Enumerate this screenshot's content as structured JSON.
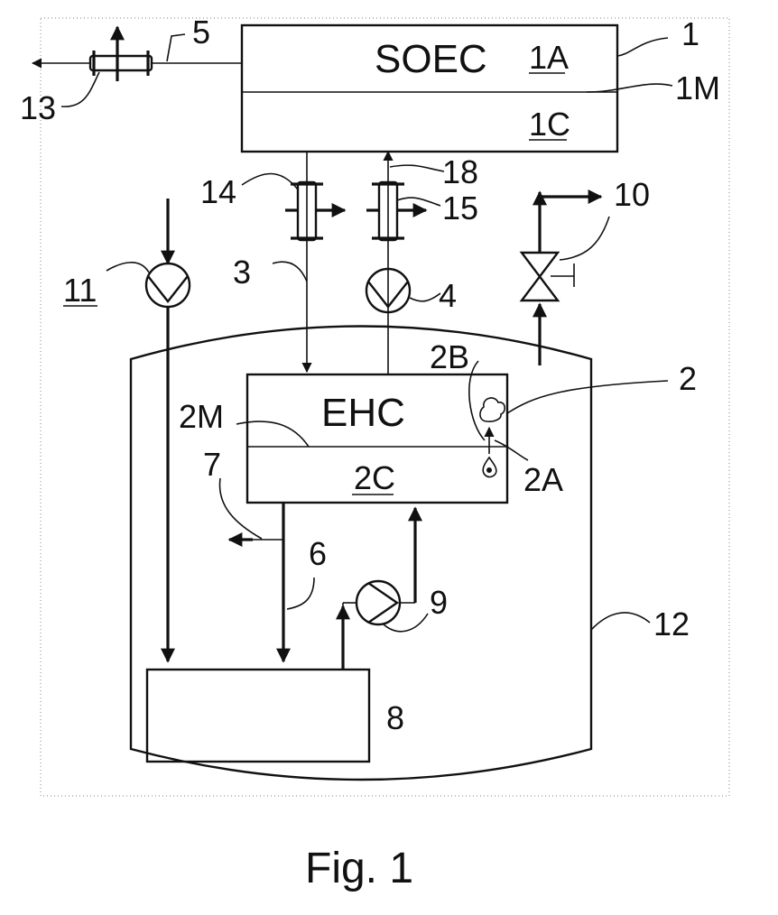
{
  "labels": {
    "soec": "SOEC",
    "l1A": "1A",
    "l1C": "1C",
    "l1": "1",
    "l1M": "1M",
    "l5": "5",
    "l13": "13",
    "l14": "14",
    "l18": "18",
    "l15": "15",
    "l10": "10",
    "l11": "11",
    "l3": "3",
    "l4": "4",
    "ehc": "EHC",
    "l2B": "2B",
    "l2": "2",
    "l2M": "2M",
    "l2A": "2A",
    "l2C": "2C",
    "l7": "7",
    "l6": "6",
    "l9": "9",
    "l12": "12",
    "l8": "8"
  },
  "caption": "Fig. 1"
}
